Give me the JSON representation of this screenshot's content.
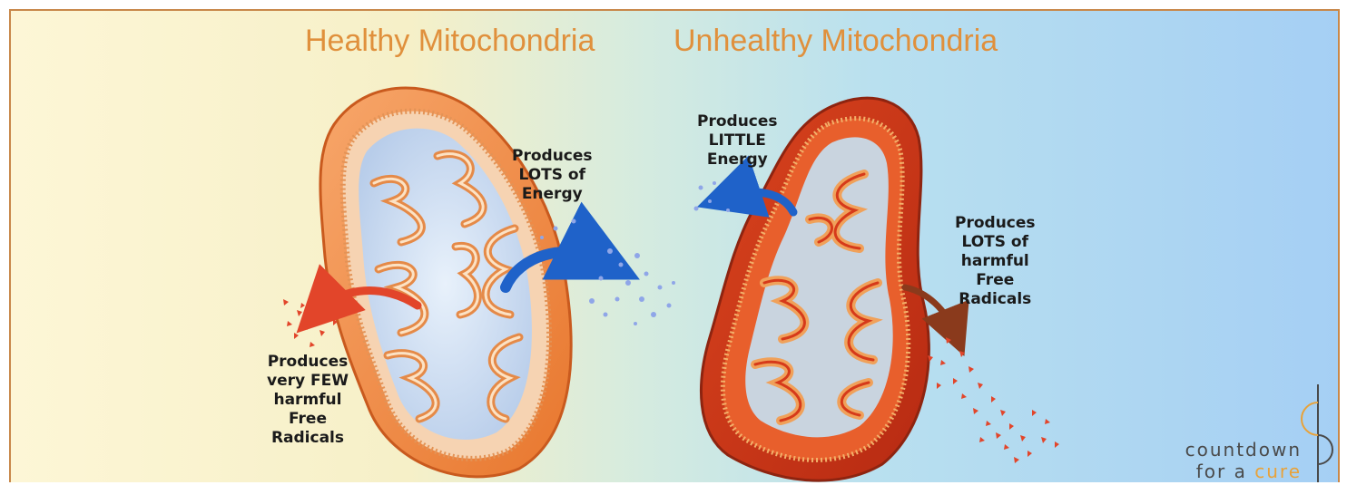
{
  "titles": {
    "healthy": "Healthy Mitochondria",
    "unhealthy": "Unhealthy Mitochondria"
  },
  "labels": {
    "healthy_energy": [
      "Produces",
      "LOTS of",
      "Energy"
    ],
    "healthy_radicals": [
      "Produces",
      "very FEW",
      "harmful",
      "Free",
      "Radicals"
    ],
    "unhealthy_energy": [
      "Produces",
      "LITTLE",
      "Energy"
    ],
    "unhealthy_radicals": [
      "Produces",
      "LOTS of",
      "harmful",
      "Free",
      "Radicals"
    ]
  },
  "logo": {
    "line1": "countdown",
    "line2_prefix": "for a ",
    "line2_accent": "cure"
  },
  "colors": {
    "title": "#e0903c",
    "border": "#c8884a",
    "energy_arrow": "#1f62c9",
    "radical_arrow": "#e2452a",
    "logo_accent": "#e8a23a"
  }
}
